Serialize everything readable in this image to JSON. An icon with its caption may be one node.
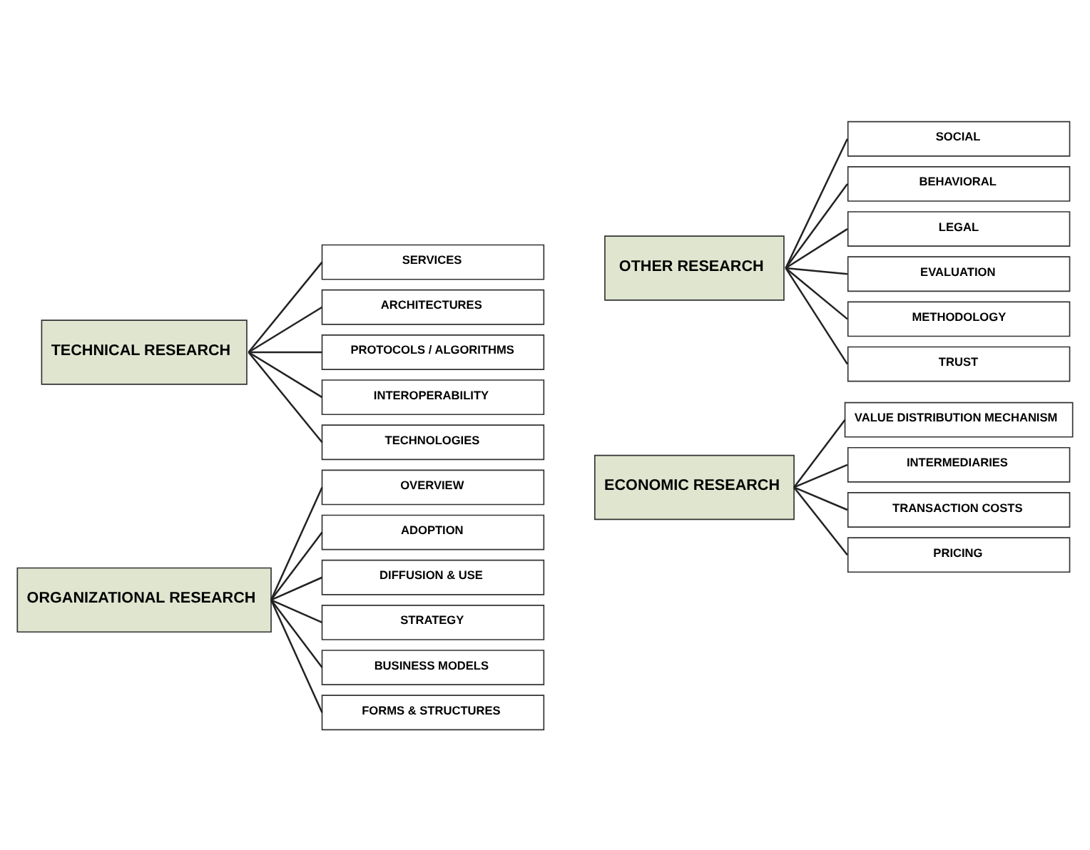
{
  "diagram": {
    "nodes": [
      {
        "text": [
          "ORGANIZATIONAL RESEARCH"
        ]
      },
      {
        "text": [
          "OVERVIEW"
        ]
      },
      {
        "text": [
          "ADOPTION"
        ]
      },
      {
        "text": [
          "DIFFUSION & USE"
        ]
      },
      {
        "text": [
          "STRATEGY"
        ]
      },
      {
        "text": [
          "BUSINESS MODELS"
        ]
      },
      {
        "text": [
          "FORMS & STRUCTURES"
        ]
      },
      {
        "text": [
          "ECONOMIC RESEARCH"
        ]
      },
      {
        "text": [
          "VALUE DISTRIBUTION MECHANISM"
        ]
      },
      {
        "text": [
          "INTERMEDIARIES"
        ]
      },
      {
        "text": [
          "TRANSACTION COSTS"
        ]
      },
      {
        "text": [
          "PRICING"
        ]
      },
      {
        "text": [
          "TECHNICAL RESEARCH"
        ]
      },
      {
        "text": [
          "SERVICES"
        ]
      },
      {
        "text": [
          "ARCHITECTURES"
        ]
      },
      {
        "text": [
          "PROTOCOLS / ALGORITHMS"
        ]
      },
      {
        "text": [
          "INTEROPERABILITY"
        ]
      },
      {
        "text": [
          "TECHNOLOGIES"
        ]
      },
      {
        "text": [
          "OTHER RESEARCH"
        ]
      },
      {
        "text": [
          "SOCIAL"
        ]
      },
      {
        "text": [
          "BEHAVIORAL"
        ]
      },
      {
        "text": [
          "LEGAL"
        ]
      },
      {
        "text": [
          "EVALUATION"
        ]
      },
      {
        "text": [
          "METHODOLOGY"
        ]
      },
      {
        "text": [
          "TRUST"
        ]
      }
    ],
    "edges": [
      {
        "from": 0,
        "to": 1,
        "arrow": "none"
      },
      {
        "from": 0,
        "to": 2,
        "arrow": "none"
      },
      {
        "from": 0,
        "to": 3,
        "arrow": "none"
      },
      {
        "from": 0,
        "to": 4,
        "arrow": "none"
      },
      {
        "from": 0,
        "to": 5,
        "arrow": "none"
      },
      {
        "from": 0,
        "to": 6,
        "arrow": "none"
      },
      {
        "from": 7,
        "to": 8,
        "arrow": "none"
      },
      {
        "from": 7,
        "to": 9,
        "arrow": "none"
      },
      {
        "from": 7,
        "to": 10,
        "arrow": "none"
      },
      {
        "from": 7,
        "to": 11,
        "arrow": "none"
      },
      {
        "from": 12,
        "to": 13,
        "arrow": "none"
      },
      {
        "from": 12,
        "to": 14,
        "arrow": "none"
      },
      {
        "from": 12,
        "to": 15,
        "arrow": "none"
      },
      {
        "from": 12,
        "to": 16,
        "arrow": "none"
      },
      {
        "from": 12,
        "to": 17,
        "arrow": "none"
      },
      {
        "from": 18,
        "to": 19,
        "arrow": "none"
      },
      {
        "from": 18,
        "to": 20,
        "arrow": "none"
      },
      {
        "from": 18,
        "to": 21,
        "arrow": "none"
      },
      {
        "from": 18,
        "to": 22,
        "arrow": "none"
      },
      {
        "from": 18,
        "to": 23,
        "arrow": "none"
      },
      {
        "from": 18,
        "to": 24,
        "arrow": "none"
      }
    ]
  }
}
